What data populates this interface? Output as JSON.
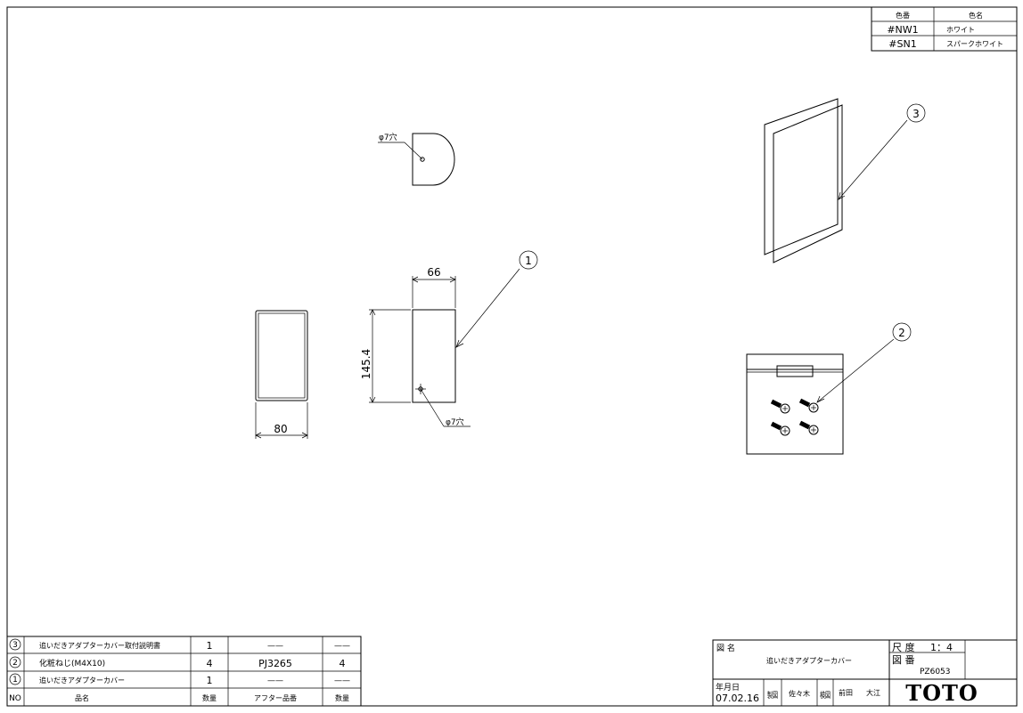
{
  "color_table": {
    "headers": [
      "色番",
      "色名"
    ],
    "rows": [
      {
        "code": "#NW1",
        "name": "ホワイト"
      },
      {
        "code": "#SN1",
        "name": "スパークホワイト"
      }
    ]
  },
  "dimensions": {
    "hole_top": "φ7穴",
    "hole_side": "φ7穴",
    "width_66": "66",
    "height_145": "145.4",
    "width_80": "80"
  },
  "balloons": {
    "one": "1",
    "two": "2",
    "three": "3"
  },
  "parts_list": {
    "rows": [
      {
        "no": "3",
        "name": "追いだきアダプターカバー取付説明書",
        "qty": "1",
        "after": "——",
        "qty2": "——"
      },
      {
        "no": "2",
        "name": "化粧ねじ(M4X10)",
        "qty": "4",
        "after": "PJ3265",
        "qty2": "4"
      },
      {
        "no": "1",
        "name": "追いだきアダプターカバー",
        "qty": "1",
        "after": "——",
        "qty2": "——"
      }
    ],
    "header": {
      "no": "NO",
      "name": "品名",
      "qty": "数量",
      "after": "アフター品番",
      "qty2": "数量"
    }
  },
  "title_block": {
    "name_label": "図  名",
    "name": "追いだきアダプターカバー",
    "scale_label": "尺  度",
    "scale": "1：4",
    "number_label": "図  番",
    "number": "PZ6053",
    "date_label": "年月日",
    "date": "07.02.16",
    "made_label": "製図",
    "made_by": "佐々木",
    "check_label": "検図",
    "check_by_1": "前田",
    "check_by_2": "大江",
    "logo": "TOTO"
  }
}
